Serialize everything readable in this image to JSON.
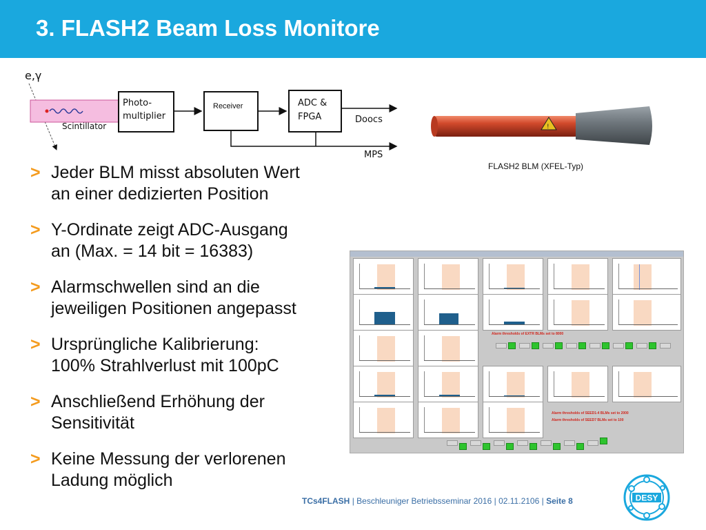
{
  "title": "3. FLASH2 Beam Loss Monitore",
  "diagram": {
    "particles": "e,γ",
    "scintillator": "Scintillator",
    "photomultiplier_line1": "Photo-",
    "photomultiplier_line2": "multiplier",
    "receiver": "Receiver",
    "adc_line1": "ADC &",
    "adc_line2": "FPGA",
    "doocs": "Doocs",
    "mps": "MPS"
  },
  "bullets": [
    {
      "line1": "Jeder BLM misst absoluten Wert",
      "line2": "an einer dedizierten Position"
    },
    {
      "line1": "Y-Ordinate zeigt ADC-Ausgang",
      "line2": "an (Max. = 14 bit = 16383)"
    },
    {
      "line1": "Alarmschwellen sind an die",
      "line2": "jeweiligen Positionen angepasst"
    },
    {
      "line1": "Ursprüngliche Kalibrierung:",
      "line2": "100% Strahlverlust mit 100pC"
    },
    {
      "line1": "Anschließend Erhöhung der",
      "line2": "Sensitivität"
    },
    {
      "line1": "Keine Messung der verlorenen",
      "line2": "Ladung möglich"
    }
  ],
  "bullet_marker": ">",
  "blm_caption": "FLASH2 BLM (XFEL-Typ)",
  "monitor": {
    "alarm_extr": "Alarm thresholds of EXTR BLMs set to 8000",
    "alarm_seed1": "Alarm thresholds of SEED1-4 BLMs set to 2000",
    "alarm_seed7": "Alarm thresholds of SEED7 BLMs set to 100"
  },
  "footer": {
    "project": "TCs4FLASH",
    "sep1": "|",
    "event": "Beschleuniger Betriebsseminar 2016",
    "sep2": "|",
    "date": "02.11.2106",
    "sep3": "|",
    "page": "Seite 8"
  },
  "logo_text": "DESY",
  "colors": {
    "header": "#1aa8de",
    "bullet_marker": "#f49b1e",
    "footer_text": "#3a6ea5",
    "alarm_text": "#d0261d",
    "indicator_green": "#2ec42e"
  }
}
